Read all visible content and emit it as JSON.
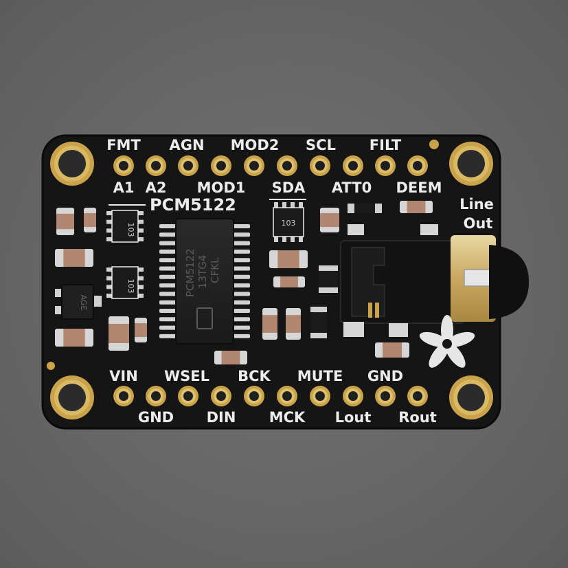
{
  "board": {
    "chip_label": "PCM5122",
    "chip_marking": [
      "PCM5122",
      "13TG4",
      "CFKL"
    ],
    "jack_label": [
      "Line",
      "Out"
    ],
    "resistor_code": "103",
    "top_labels_upper": [
      "FMT",
      "AGN",
      "MOD2",
      "SCL",
      "FILT"
    ],
    "top_labels_lower": [
      "A1",
      "A2",
      "MOD1",
      "SDA",
      "ATT0",
      "DEEM"
    ],
    "bottom_labels_upper": [
      "VIN",
      "WSEL",
      "BCK",
      "MUTE",
      "GND"
    ],
    "bottom_labels_lower": [
      "GND",
      "DIN",
      "MCK",
      "Lout",
      "Rout"
    ],
    "regulator_marking": "AGE"
  },
  "colors": {
    "background": "#6b6b6b",
    "pcb": "#151515",
    "silkscreen": "#ececec",
    "gold": "#c9a24a",
    "capacitor": "#b08670"
  },
  "icons": [
    "adafruit-flower-logo"
  ]
}
